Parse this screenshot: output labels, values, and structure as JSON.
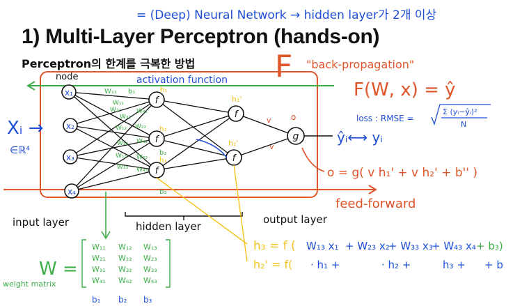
{
  "slide": {
    "title": "1) Multi-Layer Perceptron (hands-on)",
    "subtitle": "Perceptron의 한계를 극복한 방법"
  },
  "annotations": {
    "top_note": "= (Deep) Neural Network → hidden layer가 2개 이상",
    "activation": "activation function",
    "F_label": "F",
    "backprop": "\"back-propagation\"",
    "func": "F(W, x) = ŷ",
    "loss": "loss : RMSE =",
    "loss_frac_num": "Σ (yᵢ−ŷᵢ)²",
    "loss_frac_den": "N",
    "x_input": "Xᵢ →",
    "x_domain": "∈ℝ⁴",
    "yhat": "ŷᵢ⟷ yᵢ",
    "o_eq": "o = g( v h₁' + v h₂' + b'' )",
    "feed_forward": "feed-forward",
    "h3_eq_lhs": "h₃ = f (",
    "h3_eq_terms": [
      "W₁₃ x₁",
      "+ W₂₃ x₂",
      "+ W₃₃ x₃",
      "+ W₄₃ x₄",
      "+ b₃)"
    ],
    "h2p_eq_lhs": "h₂' = f(",
    "h2p_eq_terms": [
      "·  h₁ +",
      "·  h₂ +",
      "h₃ +",
      "+ b"
    ],
    "weight_label": "W =",
    "weight_matrix_label": "weight matrix",
    "weight_matrix": [
      [
        "W₁₁",
        "W₁₂",
        "W₁₃"
      ],
      [
        "W₂₁",
        "W₂₂",
        "W₂₃"
      ],
      [
        "W₃₁",
        "W₃₂",
        "W₃₃"
      ],
      [
        "W₄₁",
        "W₆₂",
        "W₄₃"
      ]
    ],
    "bias_row": [
      "b₁",
      "b₂",
      "b₃"
    ]
  },
  "network": {
    "node_label": "node",
    "inputs": [
      "x₁",
      "x₂",
      "x₃",
      "x₄"
    ],
    "hidden1": [
      "f",
      "f",
      "f"
    ],
    "hidden1_labels": [
      "h₁",
      "h₂",
      "h₃"
    ],
    "hidden2": [
      "f",
      "f"
    ],
    "hidden2_labels": [
      "h₁'",
      "h₂'"
    ],
    "output": "g",
    "output_label": "o",
    "weight_labels_left": [
      "W₁₁",
      "W₂₁",
      "W₃₁",
      "W₄₁",
      "W₁₂",
      "W₂₂",
      "W₃₂",
      "W₄₂",
      "W₁₃",
      "W₂₃",
      "W₃₃",
      "W₄₃"
    ],
    "top_weight": "W₁₁",
    "b1_label": "b₁",
    "b2_label": "b₂",
    "b3_label": "b₃",
    "v_labels": [
      "v",
      "v"
    ],
    "layer_labels": {
      "input": "input layer",
      "hidden": "hidden  layer",
      "output": "output layer"
    }
  },
  "colors": {
    "blue": "#1f4fd6",
    "green": "#3fae4a",
    "orange": "#e0542a",
    "yellow": "#f2c21a",
    "ink": "#111111"
  }
}
